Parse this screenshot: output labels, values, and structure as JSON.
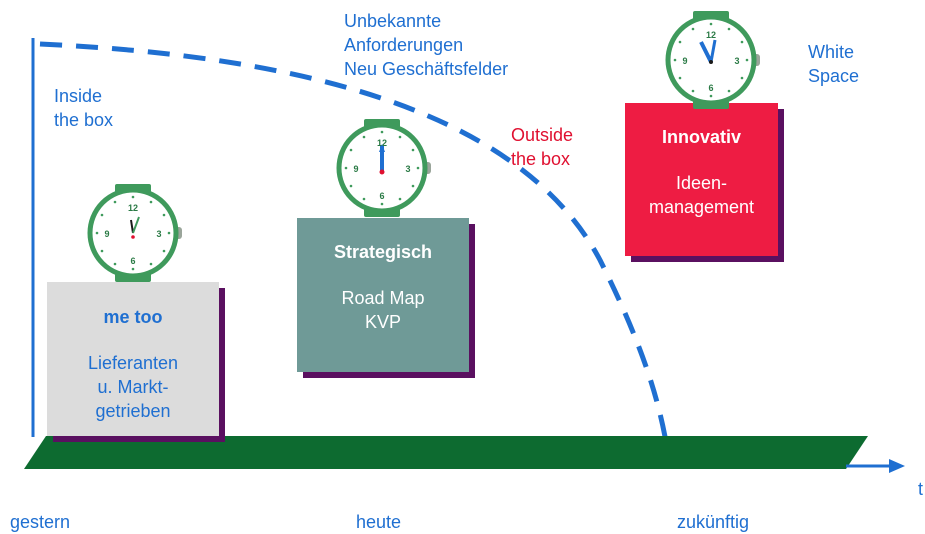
{
  "labels": {
    "unknown": "Unbekannte\nAnforderungen\nNeu Geschäftsfelder",
    "inside": "Inside\nthe box",
    "outside": "Outside\nthe box",
    "white_space": "White\nSpace",
    "axis_t": "t"
  },
  "boxes": {
    "metoo": {
      "title": "me too",
      "body": "Lieferanten\nu. Markt-\ngetrieben"
    },
    "strategisch": {
      "title": "Strategisch",
      "body": "Road Map\nKVP"
    },
    "innovativ": {
      "title": "Innovativ",
      "body": "Ideen-\nmanagement"
    }
  },
  "timeline": {
    "past": "gestern",
    "present": "heute",
    "future": "zukünftig"
  },
  "clock_numbers": {
    "twelve": "12",
    "three": "3",
    "six": "6",
    "nine": "9"
  },
  "colors": {
    "accent_blue": "#1f6fd1",
    "accent_red": "#e01030",
    "ground_green": "#0d6b30",
    "clock_green": "#3f9a5c",
    "metoo_fill": "#dcdcdc",
    "strategisch_fill": "#6f9a97",
    "innovativ_fill": "#ee1c43",
    "shadow_purple": "#5a1060"
  }
}
